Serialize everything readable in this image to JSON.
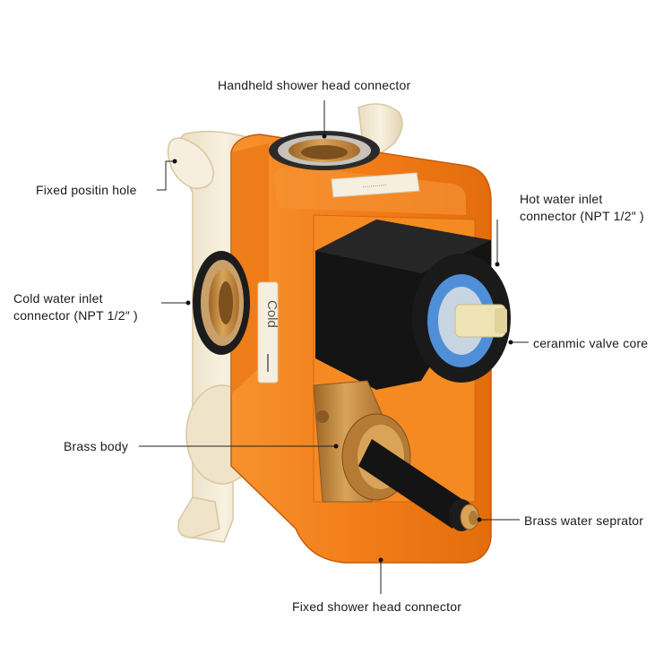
{
  "labels": {
    "handheld": "Handheld shower head connector",
    "fixed_hole": "Fixed positin hole",
    "hot_line1": "Hot water inlet",
    "hot_line2": "connector (NPT 1/2″ )",
    "cold_line1": "Cold water inlet",
    "cold_line2": "connector (NPT 1/2″ )",
    "ceramic": "ceranmic valve core",
    "brass_body": "Brass body",
    "brass_sep": "Brass water seprator",
    "fixed_head": "Fixed shower head connector"
  },
  "housing": {
    "side_text": "Cold",
    "label_strip": "············"
  },
  "colors": {
    "housing": "#f27d18",
    "housing_shadow": "#c95a07",
    "frame": "#f3ead5",
    "brass": "#c88a3c",
    "black": "#141414",
    "ceramic": "#eee3b4",
    "blue": "#4f8fd8"
  }
}
